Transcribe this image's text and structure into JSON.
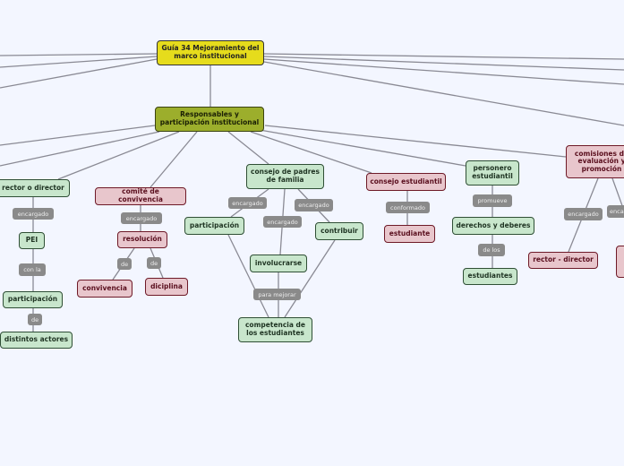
{
  "root": "Guía 34 Mejoramiento del marco institucional",
  "responsables": "Responsables y participación institucional",
  "nodes": {
    "rector": "rector o director",
    "comite": "comité de convivencia",
    "padres": "consejo de padres de familia",
    "consejo_est": "consejo estudiantil",
    "personero": "personero estudiantil",
    "comisiones": "comisiones de evaluación y promoción",
    "pei": "PEI",
    "resolucion": "resolución",
    "participacion_padres": "participación",
    "contribuir": "contribuir",
    "involucrarse": "involucrarse",
    "competencia": "competencia de los estudiantes",
    "estudiante": "estudiante",
    "derechos": "derechos y deberes",
    "estudiantes": "estudiantes",
    "rector_dir": "rector - director",
    "participacion": "participación",
    "actores": "distintos actores",
    "convivencia": "convivencia",
    "diciplina": "diciplina"
  },
  "labels": {
    "encargado": "encargado",
    "con_la": "con la",
    "de": "de",
    "para_mejorar": "para mejorar",
    "conformado": "conformado",
    "promueve": "promueve",
    "de_los": "de los",
    "enca": "enca"
  }
}
